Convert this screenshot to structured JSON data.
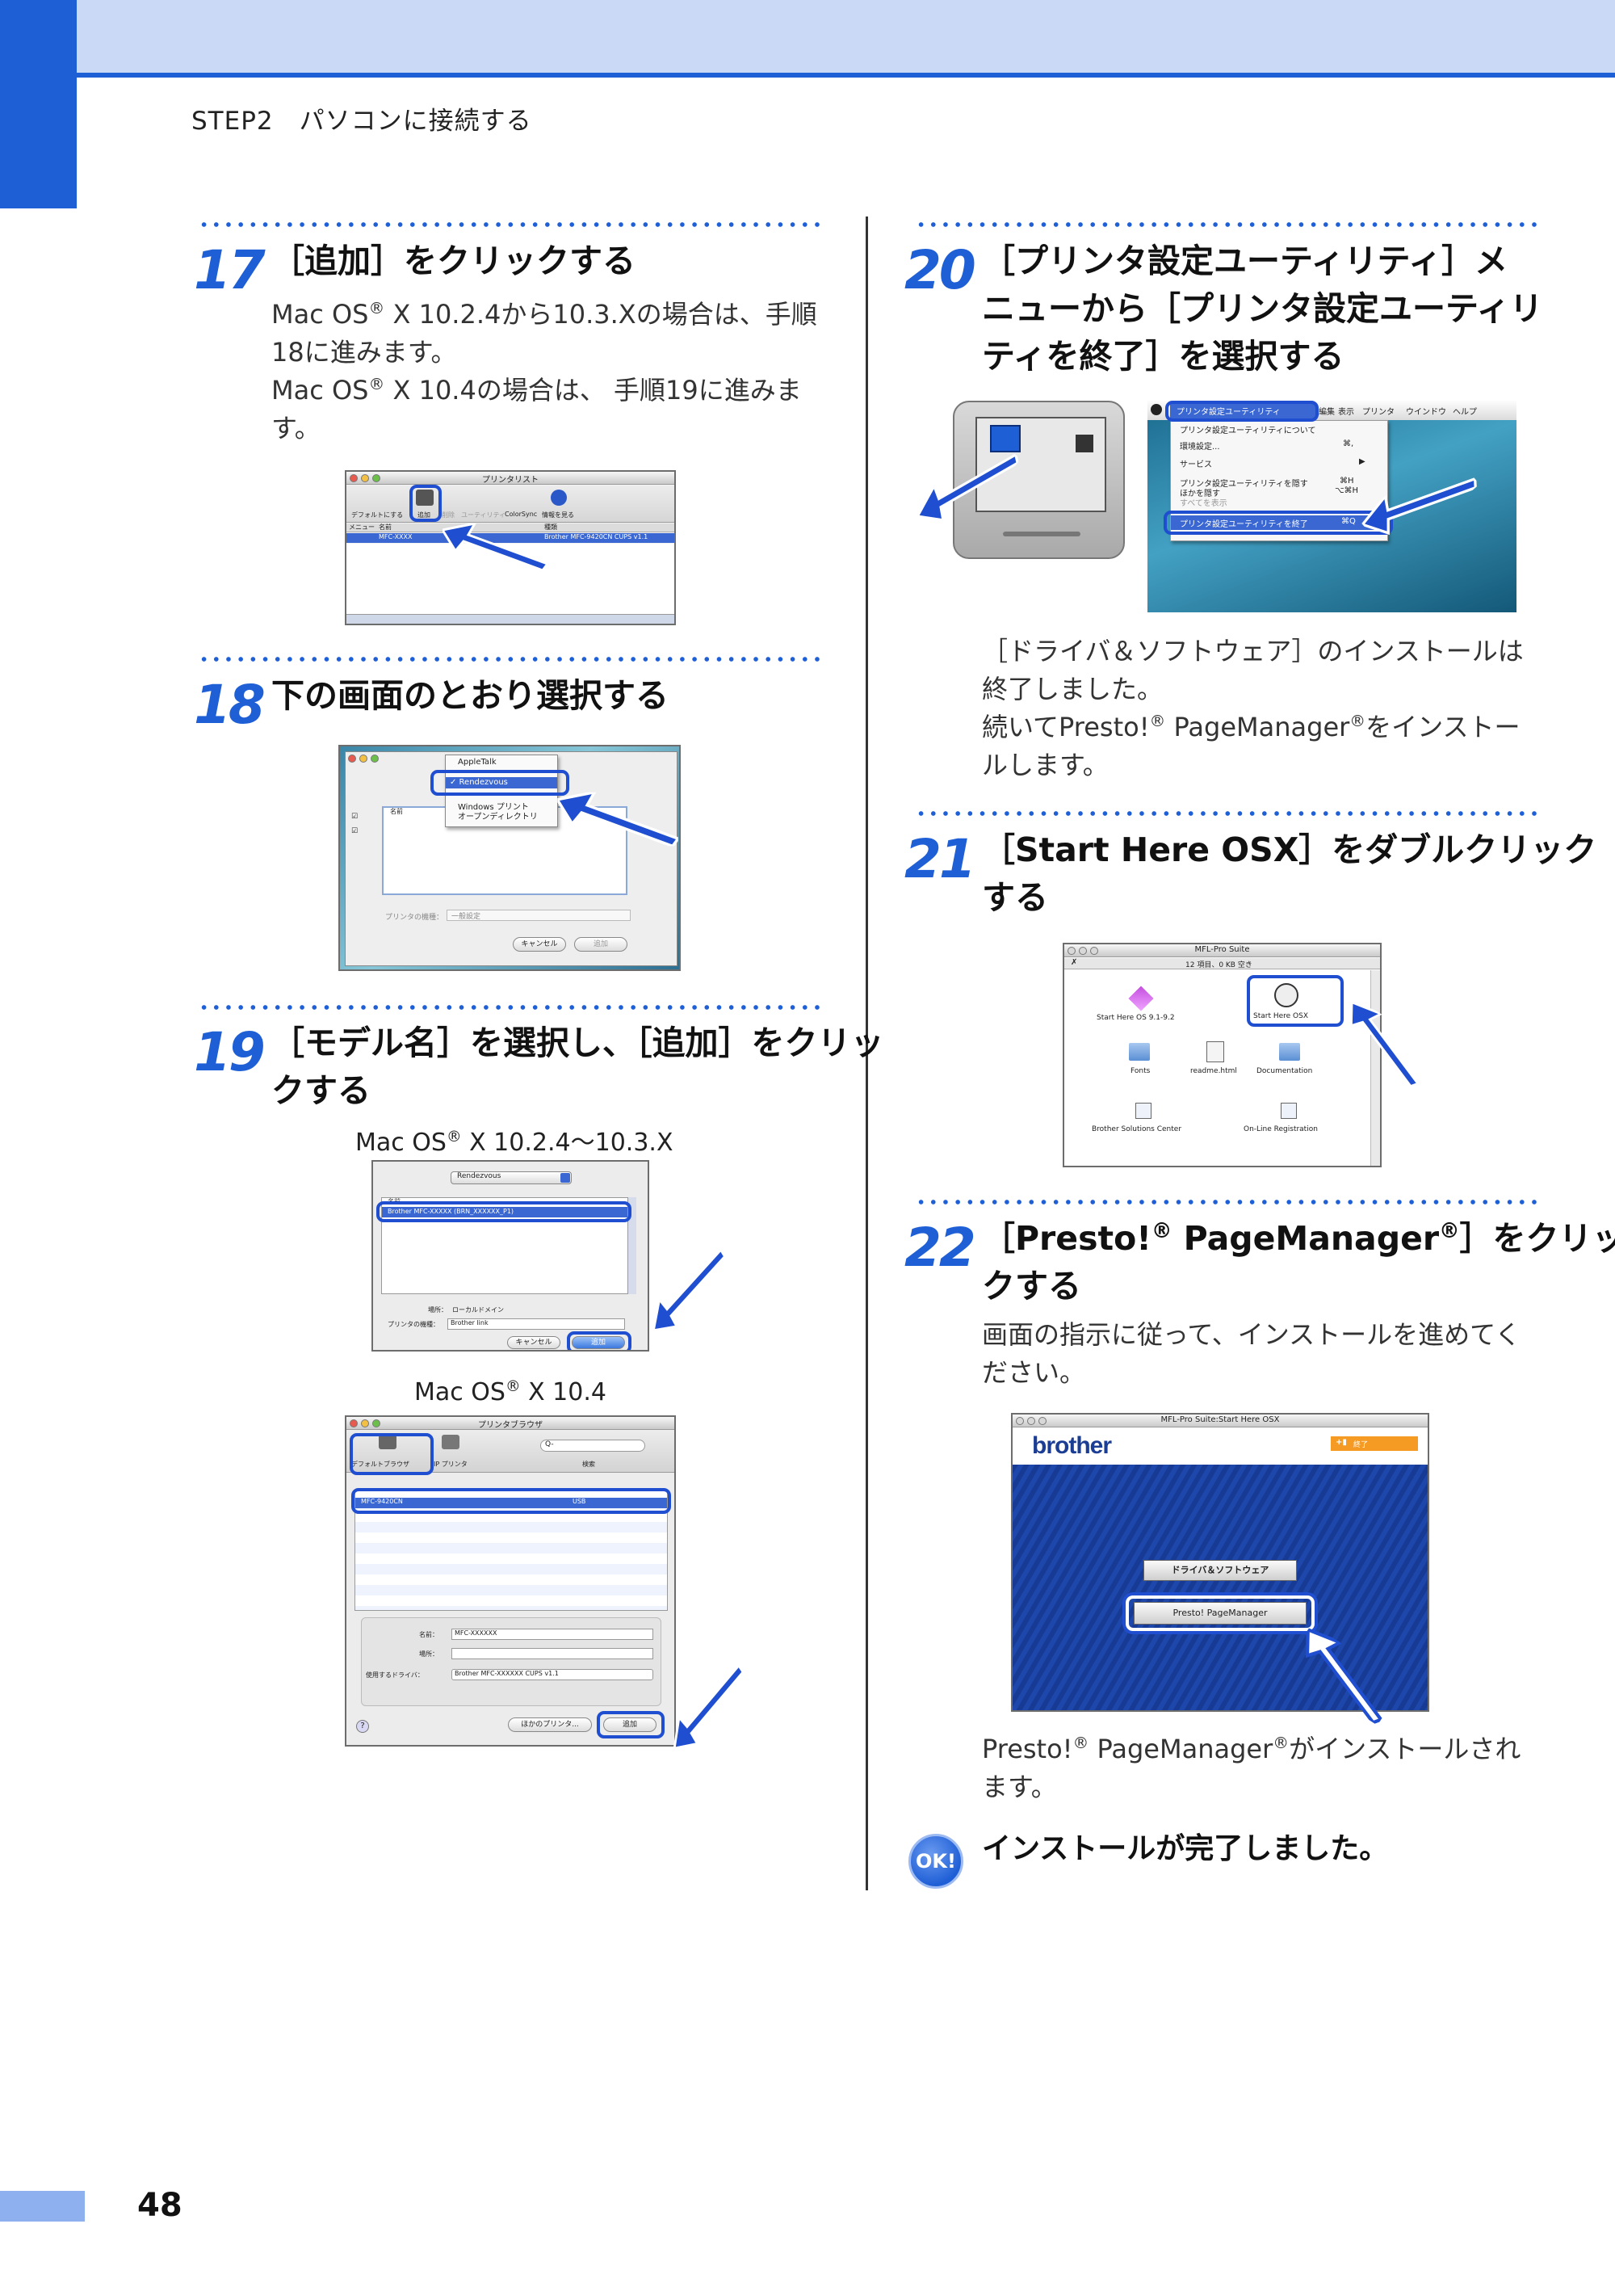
{
  "header": {
    "breadcrumb": "STEP2　パソコンに接続する"
  },
  "page_number": "48",
  "steps": {
    "s17": {
      "num": "17",
      "title": "［追加］をクリックする",
      "lines": [
        {
          "a": "Mac OS",
          "sup": "®",
          "b": " X 10.2.4から10.3.Xの場合は、手順"
        },
        {
          "a": "18に進みます。"
        },
        {
          "a": "Mac OS",
          "sup": "®",
          "b": " X 10.4の場合は、 手順19に進みま"
        },
        {
          "a": "す。"
        }
      ],
      "shot": {
        "title": "プリンタリスト",
        "toolbar": [
          "デフォルトにする",
          "追加",
          "削除",
          "ユーティリティ",
          "ColorSync",
          "情報を見る"
        ],
        "cols": [
          "メニュー",
          "名前",
          "種類"
        ],
        "row_name": "MFC-XXXX",
        "row_kind": "Brother MFC-9420CN CUPS v1.1"
      }
    },
    "s18": {
      "num": "18",
      "title": "下の画面のとおり選択する",
      "shot": {
        "menu": [
          "AppleTalk",
          "✓ Rendezvous",
          "Windows プリント",
          "オープンディレクトリ"
        ],
        "col_name": "名前",
        "model_label": "プリンタの機種：",
        "model_value": "一般設定",
        "cancel": "キャンセル",
        "add": "追加"
      }
    },
    "s19": {
      "num": "19",
      "title_lines": [
        "［モデル名］を選択し、［追加］をクリッ",
        "クする"
      ],
      "caption_a": {
        "a": "Mac OS",
        "sup": "®",
        "b": " X 10.2.4〜10.3.X"
      },
      "caption_b": {
        "a": "Mac OS",
        "sup": "®",
        "b": " X 10.4"
      },
      "shot_a": {
        "popup": "Rendezvous",
        "col": "名前",
        "row": "Brother MFC-XXXXX   (BRN_XXXXXX_P1)",
        "place_label": "場所：",
        "place_value": "ローカルドメイン",
        "model_label": "プリンタの機種：",
        "model_value": "Brother link",
        "cancel": "キャンセル",
        "add": "追加"
      },
      "shot_b": {
        "title": "プリンタブラウザ",
        "tab_default": "デフォルトブラウザ",
        "tab_ip": "IP プリンタ",
        "search": "検索",
        "row_name": "MFC-9420CN",
        "row_kind": "USB",
        "name_label": "名前：",
        "name_value": "MFC-XXXXXX",
        "place_label": "場所：",
        "driver_label": "使用するドライバ：",
        "driver_value": "Brother MFC-XXXXXX CUPS v1.1",
        "other": "ほかのプリンタ...",
        "add": "追加"
      }
    },
    "s20": {
      "num": "20",
      "title_lines": [
        "［プリンタ設定ユーティリティ］メ",
        "ニューから［プリンタ設定ユーティリ",
        "ティを終了］を選択する"
      ],
      "shot": {
        "menubar": [
          "プリンタ設定ユーティリティ",
          "編集",
          "表示",
          "プリンタ",
          "ウインドウ",
          "ヘルプ"
        ],
        "menu_items": [
          "プリンタ設定ユーティリティについて",
          "環境設定...",
          "サービス",
          "プリンタ設定ユーティリティを隠す",
          "ほかを隠す",
          "すべてを表示",
          "プリンタ設定ユーティリティを終了"
        ],
        "shortcut_prefs": "⌘,",
        "shortcut_hide": "⌘H",
        "shortcut_others": "⌥⌘H",
        "shortcut_quit": "⌘Q"
      },
      "body_lines": [
        {
          "a": "［ドライバ＆ソフトウェア］のインストールは"
        },
        {
          "a": "終了しました。"
        },
        {
          "a": "続いてPresto!",
          "sup": "®",
          "b": " PageManager",
          "sup2": "®",
          "c": "をインストー"
        },
        {
          "a": "ルします。"
        }
      ]
    },
    "s21": {
      "num": "21",
      "title_lines": [
        "［Start  Here  OSX］をダブルクリック",
        "する"
      ],
      "shot": {
        "title": "MFL-Pro Suite",
        "sub": "12 項目、0 KB 空き",
        "items": [
          "Start Here OS 9.1-9.2",
          "Start Here OSX",
          "Fonts",
          "readme.html",
          "Documentation",
          "Brother Solutions Center",
          "On-Line Registration"
        ]
      }
    },
    "s22": {
      "num": "22",
      "title_lines": [
        {
          "a": "［Presto!",
          "sup": "®",
          "b": " PageManager",
          "sup2": "®",
          "c": "］をクリッ"
        },
        {
          "a": "クする"
        }
      ],
      "body_lines": [
        "画面の指示に従って、インストールを進めてく",
        "ださい。"
      ],
      "shot": {
        "title": "MFL-Pro Suite:Start Here OSX",
        "brand": "brother",
        "exit": "終了",
        "btn1": "ドライバ＆ソフトウェア",
        "btn2": "Presto! PageManager"
      },
      "after_lines": [
        {
          "a": "Presto!",
          "sup": "®",
          "b": " PageManager",
          "sup2": "®",
          "c": "がインストールされ"
        },
        {
          "a": "ます。"
        }
      ],
      "ok_badge": "OK!",
      "ok_text": "インストールが完了しました。"
    }
  },
  "colors": {
    "accent": "#1f5fd6",
    "header_band": "#c9d9f6"
  }
}
